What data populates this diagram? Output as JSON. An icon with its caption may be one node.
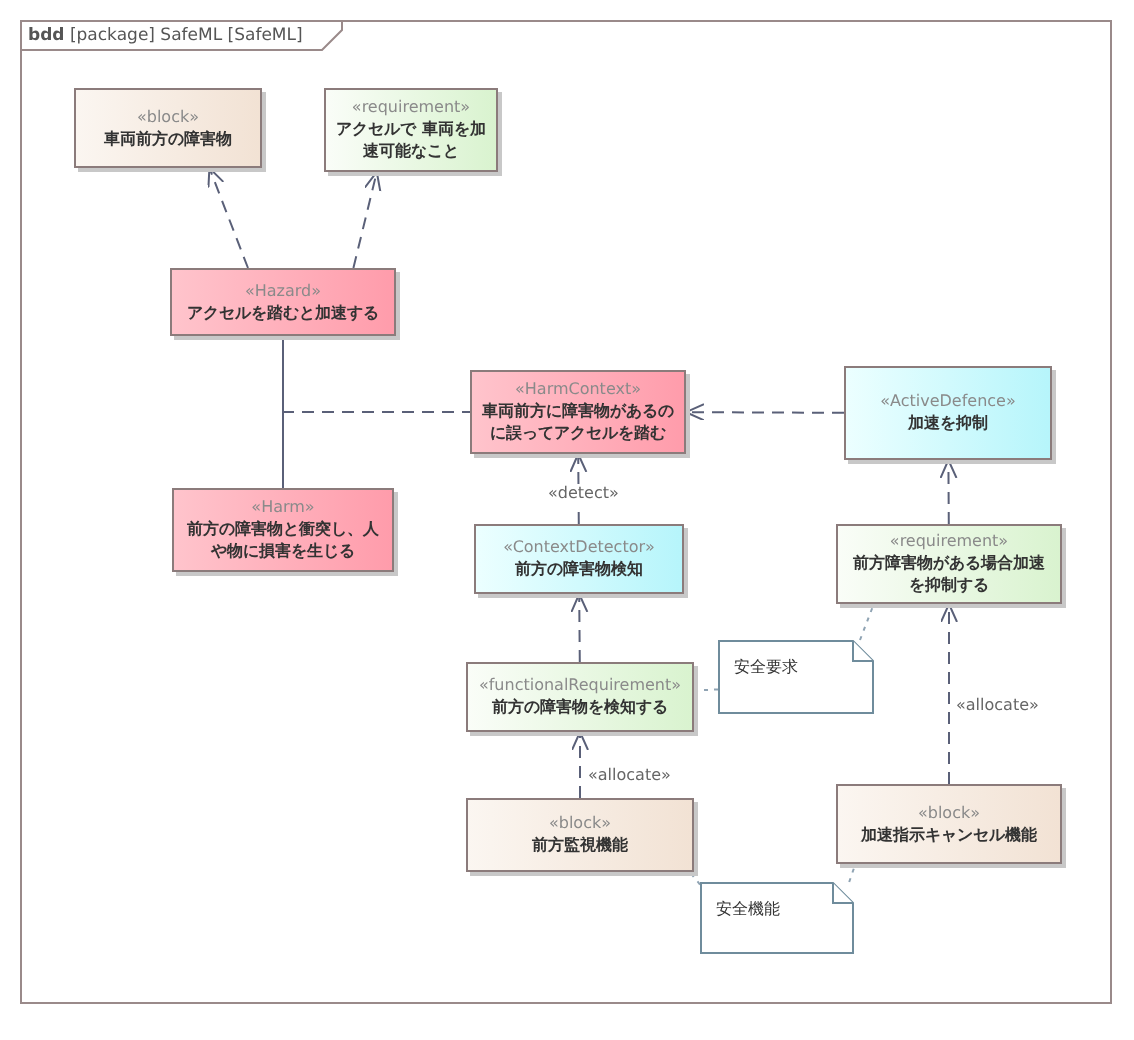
{
  "diagram": {
    "nodes": [
      {
        "text": [
          "**bdd** [package] SafeML [SafeML]"
        ]
      },
      {
        "text": [
          "«block»",
          "車両前方の障害物"
        ],
        "in": 0
      },
      {
        "text": [
          "«requirement»",
          "アクセルで 車両を加速可能なこと"
        ],
        "in": 0
      },
      {
        "text": [
          "«Hazard»",
          "アクセルを踏むと加速する"
        ],
        "in": 0
      },
      {
        "text": [
          "«HarmContext»",
          "車両前方に障害物があるのに誤ってアクセルを踏む"
        ],
        "in": 0
      },
      {
        "text": [
          "«ActiveDefence»",
          "加速を抑制"
        ],
        "in": 0
      },
      {
        "text": [
          "«Harm»",
          "前方の障害物と衝突し、人や物に損害を生じる"
        ],
        "in": 0
      },
      {
        "text": [
          "«ContextDetector»",
          "前方の障害物検知"
        ],
        "in": 0
      },
      {
        "text": [
          "«requirement»",
          "前方障害物がある場合加速を抑制する"
        ],
        "in": 0
      },
      {
        "text": [
          "«functionalRequirement»",
          "前方の障害物を検知する"
        ],
        "in": 0
      },
      {
        "text": [
          "安全要求"
        ],
        "in": 0
      },
      {
        "text": [
          "«block»",
          "前方監視機能"
        ],
        "in": 0
      },
      {
        "text": [
          "«block»",
          "加速指示キャンセル機能"
        ],
        "in": 0
      },
      {
        "text": [
          "安全機能"
        ],
        "in": 0
      }
    ],
    "edges": [
      {
        "from": 3,
        "to": 1,
        "arrow": "to",
        "style": "dashed"
      },
      {
        "from": 3,
        "to": 2,
        "arrow": "to",
        "style": "dashed"
      },
      {
        "from": 3,
        "to": 6,
        "arrow": "none"
      },
      {
        "from": null,
        "to": 4,
        "arrow": "none",
        "style": "dashed"
      },
      {
        "from": 5,
        "to": 4,
        "arrow": "to",
        "style": "dashed"
      },
      {
        "from": 7,
        "to": 4,
        "arrow": "to",
        "style": "dashed",
        "label": "«detect»"
      },
      {
        "from": 8,
        "to": 5,
        "arrow": "to",
        "style": "dashed"
      },
      {
        "from": 9,
        "to": 7,
        "arrow": "to",
        "style": "dashed"
      },
      {
        "from": 11,
        "to": 9,
        "arrow": "to",
        "style": "dashed",
        "label": "«allocate»"
      },
      {
        "from": 12,
        "to": 8,
        "arrow": "to",
        "style": "dashed",
        "label": "«allocate»"
      },
      {
        "from": 10,
        "to": 9,
        "arrow": "none",
        "style": "dashed",
        "color": "#8fa3b3"
      },
      {
        "from": 10,
        "to": 8,
        "arrow": "none",
        "style": "dashed",
        "color": "#8fa3b3"
      },
      {
        "from": 13,
        "to": 11,
        "arrow": "none",
        "style": "dashed",
        "color": "#8fa3b3"
      },
      {
        "from": 13,
        "to": 12,
        "arrow": "none",
        "style": "dashed",
        "color": "#8fa3b3"
      }
    ]
  }
}
